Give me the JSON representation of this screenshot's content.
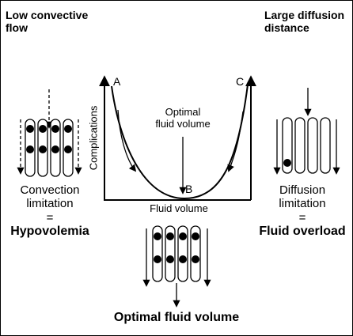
{
  "corner_left": {
    "line1": "Low convective",
    "line2": "flow"
  },
  "corner_right": {
    "line1": "Large diffusion",
    "line2": "distance"
  },
  "left_caption": {
    "line1": "Convection",
    "line2": "limitation",
    "equals": "=",
    "result": "Hypovolemia"
  },
  "right_caption": {
    "line1": "Diffusion",
    "line2": "limitation",
    "equals": "=",
    "result": "Fluid overload"
  },
  "bottom_caption": "Optimal fluid volume",
  "graph": {
    "y_axis_label": "Complications",
    "x_axis_label": "Fluid volume",
    "point_a": "A",
    "point_b": "B",
    "point_c": "C",
    "optimum_line1": "Optimal",
    "optimum_line2": "fluid volume"
  }
}
